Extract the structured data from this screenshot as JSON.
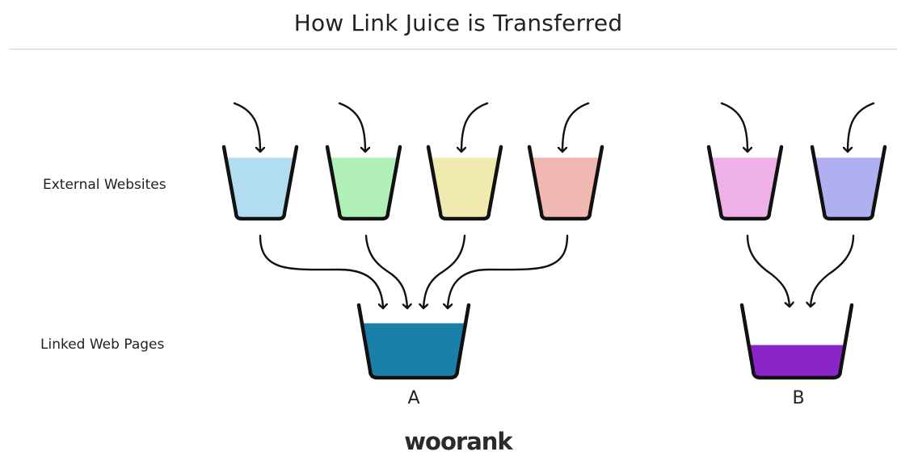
{
  "title": "How Link Juice is Transferred",
  "row_labels": {
    "external": "External Websites",
    "linked": "Linked Web Pages"
  },
  "external_websites": [
    {
      "color": "#b2dcef",
      "fill_level": 0.85
    },
    {
      "color": "#b0efb8",
      "fill_level": 0.85
    },
    {
      "color": "#f0e9b0",
      "fill_level": 0.85
    },
    {
      "color": "#f0b8b0",
      "fill_level": 0.85
    },
    {
      "color": "#eeb0e7",
      "fill_level": 0.85
    },
    {
      "color": "#b0aff0",
      "fill_level": 0.85
    }
  ],
  "linked_pages": [
    {
      "label": "A",
      "color": "#1a80a8",
      "fill_level": 0.75
    },
    {
      "label": "B",
      "color": "#8a26c9",
      "fill_level": 0.45
    }
  ],
  "logo_text": "woorank",
  "colors": {
    "stroke": "#111111",
    "divider": "#e2e2e2"
  }
}
